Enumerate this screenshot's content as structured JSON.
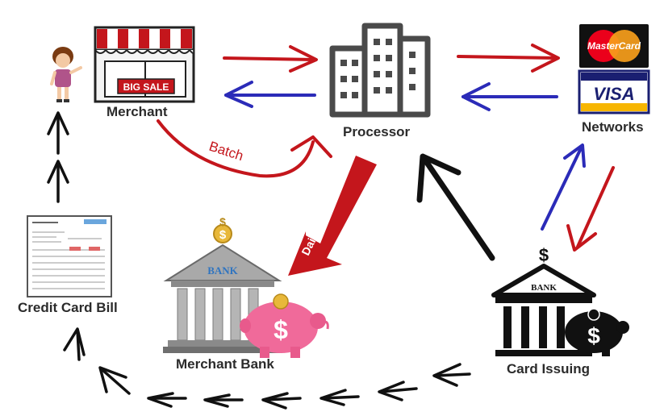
{
  "nodes": {
    "merchant": {
      "label": "Merchant",
      "sign": "BIG SALE"
    },
    "processor": {
      "label": "Processor"
    },
    "networks": {
      "label": "Networks",
      "brand_top": "MasterCard",
      "brand_bottom": "VISA"
    },
    "merchant_bank": {
      "label": "Merchant Bank",
      "sign": "BANK"
    },
    "card_issuing": {
      "label": "Card Issuing",
      "sign": "BANK"
    },
    "credit_card_bill": {
      "label": "Credit Card Bill"
    }
  },
  "edges": {
    "batch": {
      "label": "Batch"
    },
    "daily_deposits": {
      "label": "Daily Deposits"
    }
  },
  "colors": {
    "red": "#c4161c",
    "blue": "#2b2bb8",
    "dark": "#222222",
    "gray": "#5a5a5a",
    "bank_gray": "#9a9a9a",
    "pig_pink": "#f06a9a",
    "coin_gold": "#e8b83a",
    "mc_red": "#eb001b",
    "mc_orange": "#f79e1b",
    "visa_blue": "#1a1f71",
    "visa_gold": "#f7b600"
  }
}
